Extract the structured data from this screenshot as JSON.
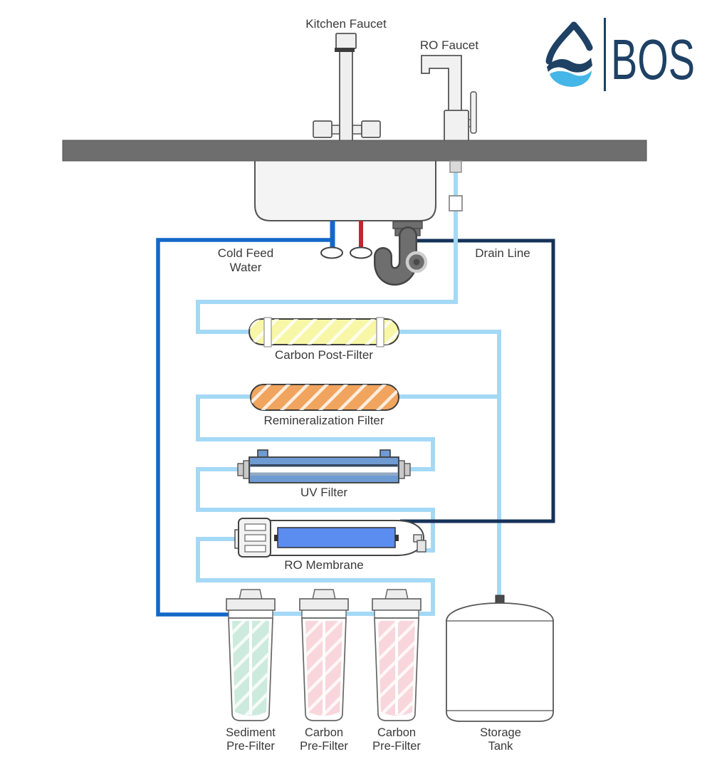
{
  "logo": {
    "brand": "BOS"
  },
  "sink_area": {
    "kitchen_faucet": "Kitchen Faucet",
    "ro_faucet": "RO Faucet",
    "cold_feed_line1": "Cold Feed",
    "cold_feed_line2": "Water",
    "drain_line": "Drain Line"
  },
  "filters": {
    "carbon_post": "Carbon Post-Filter",
    "remineralization": "Remineralization Filter",
    "uv": "UV Filter",
    "ro_membrane": "RO Membrane"
  },
  "pre_filters": [
    {
      "line1": "Sediment",
      "line2": "Pre-Filter"
    },
    {
      "line1": "Carbon",
      "line2": "Pre-Filter"
    },
    {
      "line1": "Carbon",
      "line2": "Pre-Filter"
    }
  ],
  "tank": {
    "line1": "Storage",
    "line2": "Tank"
  },
  "colors": {
    "tube_light_blue": "#a4d9f6",
    "feed_blue": "#1467c8",
    "drain_navy": "#16325a",
    "hot_red": "#c1272d",
    "carbon_post_yellow": "#f8f7a7",
    "remineralization_orange": "#f1a45e",
    "uv_blue": "#6f9bd3",
    "ro_core_blue": "#5b8cf0",
    "sediment_mint": "#cdeade",
    "carbon_pink": "#f8d6db",
    "counter_gray": "#6e6e6e",
    "logo_navy": "#1e4164",
    "logo_light_blue": "#44b6e8"
  }
}
